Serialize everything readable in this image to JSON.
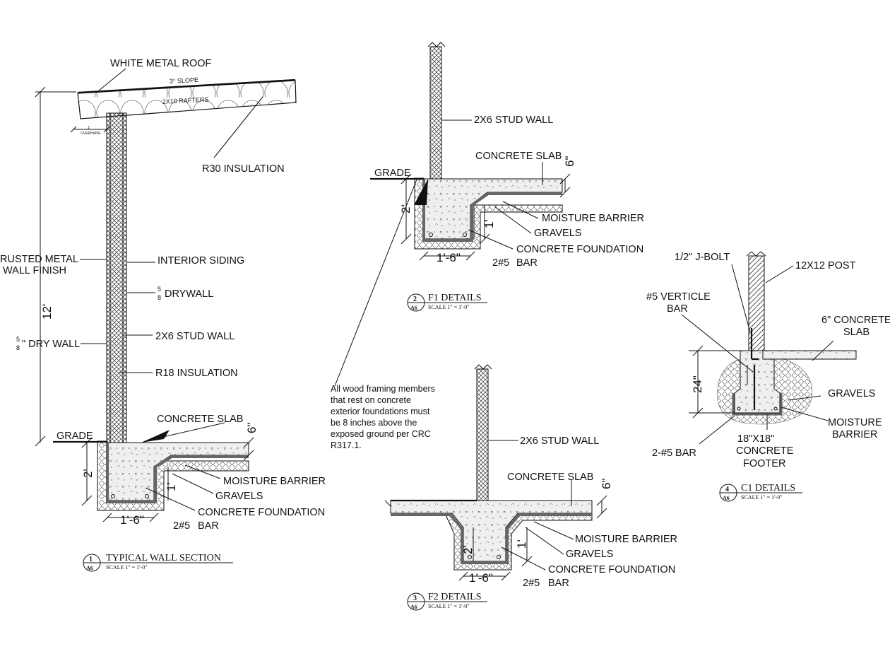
{
  "colors": {
    "ink": "#111111",
    "concrete": "#ececec",
    "barrier": "#8a8a8a",
    "paper": "#ffffff"
  },
  "labels": {
    "white_metal_roof": "WHITE METAL ROOF",
    "slope": "3° SLOPE",
    "rafters": "2X10 RAFTERS",
    "overhang_top": "1'",
    "overhang_bot": "OVERHANG",
    "r30": "R30 INSULATION",
    "rusted_1": "RUSTED METAL",
    "rusted_2": "WALL FINISH",
    "interior_siding": "INTERIOR SIDING",
    "drywall": "DRYWALL",
    "stud_wall": "2X6 STUD WALL",
    "dry_wall": "\" DRY WALL",
    "r18": "R18 INSULATION",
    "grade": "GRADE",
    "concrete_slab": "CONCRETE SLAB",
    "moisture_barrier": "MOISTURE BARRIER",
    "gravels": "GRAVELS",
    "concrete_foundation": "CONCRETE FOUNDATION",
    "bar_num": "2#5",
    "bar": "BAR",
    "frac_num": "5",
    "frac_den": "8",
    "dim_12": "12'",
    "dim_2": "2'",
    "dim_1": "1'",
    "dim_6": "6\"",
    "dim_1_6": "1'-6\"",
    "dim_24": "24\"",
    "j_bolt": "1/2\" J-BOLT",
    "post": "12X12 POST",
    "vert_bar_1": "#5 VERTICLE",
    "vert_bar_2": "BAR",
    "c1_slab_1": "6\" CONCRETE",
    "c1_slab_2": "SLAB",
    "c1_barrier_1": "MOISTURE",
    "c1_barrier_2": "BARRIER",
    "c1_bar": "2-#5 BAR",
    "footer_1": "18\"X18\"",
    "footer_2": "CONCRETE",
    "footer_3": "FOOTER"
  },
  "note": {
    "lines": [
      "All wood framing members",
      "that rest on concrete",
      "exterior foundations must",
      "be 8 inches above the",
      "exposed ground per CRC",
      "R317.1."
    ]
  },
  "titles": [
    {
      "number": "1",
      "sheet": "A6",
      "name": "TYPICAL WALL SECTION",
      "scale": "SCALE 1\" = 1'-0\""
    },
    {
      "number": "2",
      "sheet": "A6",
      "name": "F1 DETAILS",
      "scale": "SCALE 1\" = 1'-0\""
    },
    {
      "number": "3",
      "sheet": "A6",
      "name": "F2 DETAILS",
      "scale": "SCALE 1\" = 1'-0\""
    },
    {
      "number": "4",
      "sheet": "A6",
      "name": "C1 DETAILS",
      "scale": "SCALE 1\" = 1'-0\""
    }
  ]
}
